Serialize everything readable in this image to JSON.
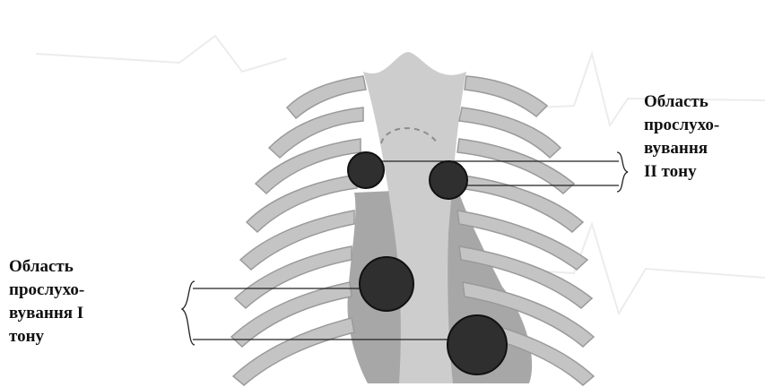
{
  "labels": {
    "second_tone": [
      "Область",
      "прослухо-",
      "вування",
      "II тону"
    ],
    "first_tone": [
      "Область",
      "прослухо-",
      "вування I",
      "тону"
    ]
  },
  "colors": {
    "rib": "#c4c4c4",
    "rib_edge": "#9a9a9a",
    "heart": "#a7a7a7",
    "sternum": "#cdcdcd",
    "point": "#2f2f2f",
    "line": "#222222"
  }
}
